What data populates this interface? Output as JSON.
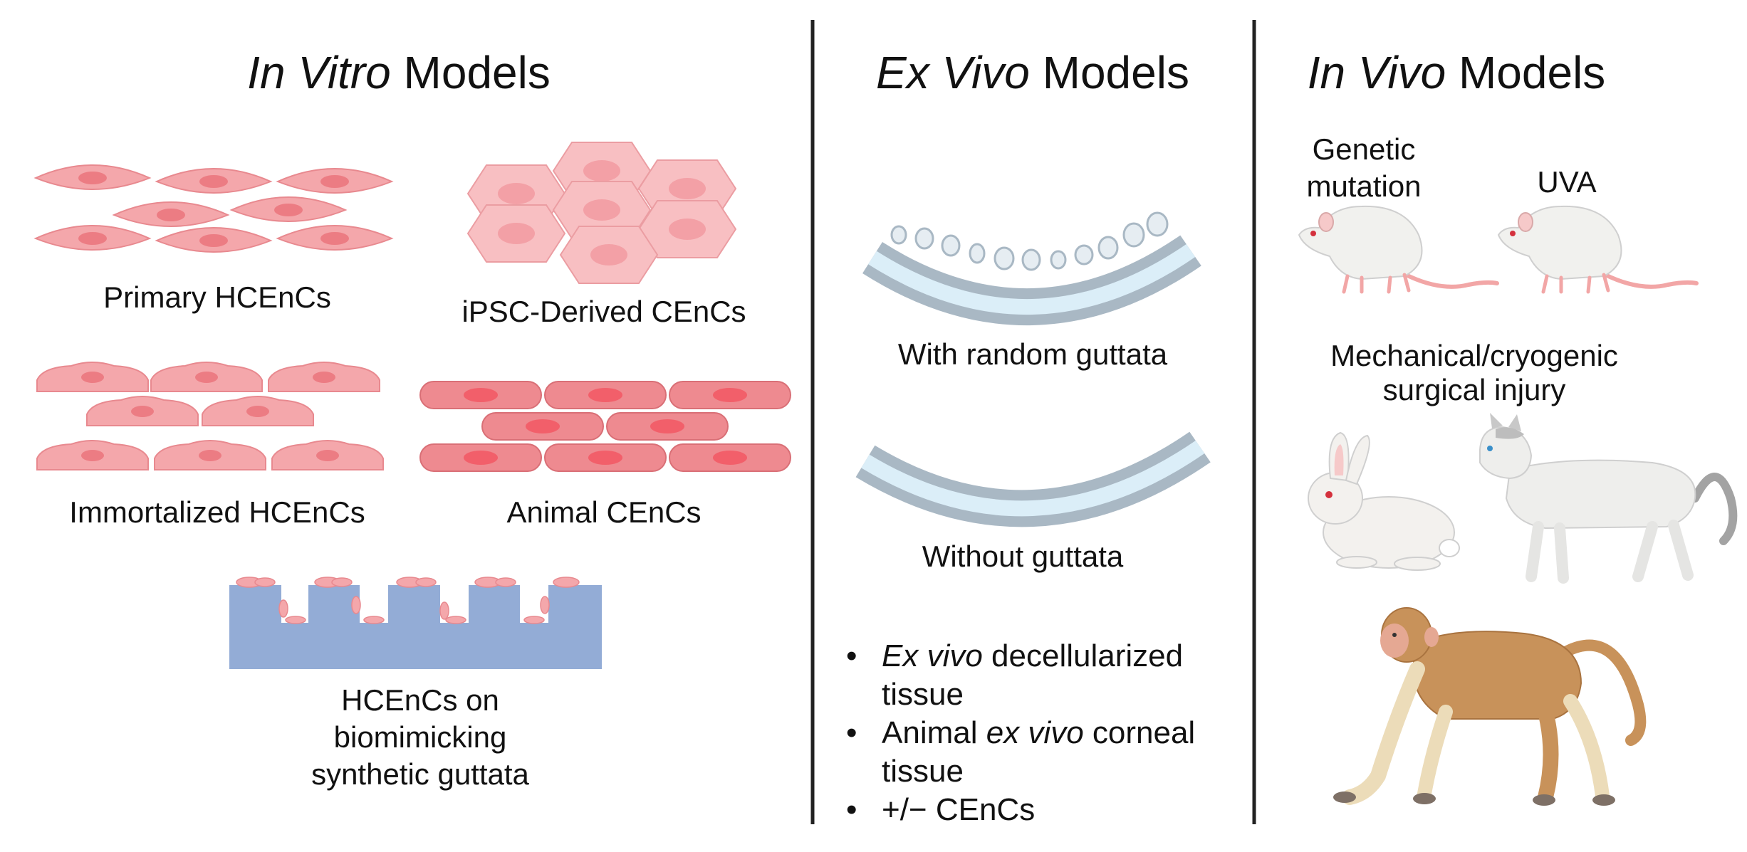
{
  "columns": {
    "in_vitro": {
      "title_italic": "In Vitro",
      "title_rest": " Models",
      "labels": {
        "primary": "Primary HCEnCs",
        "ipsc": "iPSC-Derived CEnCs",
        "immortalized": "Immortalized HCEnCs",
        "animal": "Animal CEnCs",
        "synthetic_line1": "HCEnCs on",
        "synthetic_line2": "biomimicking",
        "synthetic_line3": "synthetic guttata"
      }
    },
    "ex_vivo": {
      "title_italic": "Ex Vivo",
      "title_rest": " Models",
      "labels": {
        "with_guttata": "With random guttata",
        "without_guttata": "Without guttata"
      },
      "bullets": {
        "b1_italic": "Ex vivo",
        "b1_rest": " decellularized",
        "b1_line2": "tissue",
        "b2_pre": "Animal ",
        "b2_italic": "ex vivo",
        "b2_rest": " corneal",
        "b2_line2": "tissue",
        "b3": "+/− CEnCs",
        "bullet_char": "•"
      }
    },
    "in_vivo": {
      "title_italic": "In Vivo",
      "title_rest": " Models",
      "labels": {
        "genetic_line1": "Genetic",
        "genetic_line2": "mutation",
        "uva": "UVA",
        "injury_line1": "Mechanical/cryogenic",
        "injury_line2": "surgical injury"
      }
    }
  },
  "colors": {
    "cell_pink": "#f4a7ab",
    "cell_stroke": "#e8898f",
    "nucleus": "#ec7c83",
    "cell_dark": "#ee8a90",
    "nucleus_dark": "#f25f6a",
    "ipsc_fill": "#f8bfc2",
    "substrate": "#93acd6",
    "cornea_gray": "#a9b8c4",
    "cornea_light": "#dbeef8",
    "divider": "#222222",
    "monkey": "#c8925a",
    "rat": "#f1f1ee"
  },
  "icons": [
    "spindle-cell-icon",
    "hexagonal-cell-icon",
    "flat-cell-icon",
    "cornea-icon",
    "rat-icon",
    "rabbit-icon",
    "cat-icon",
    "monkey-icon"
  ]
}
